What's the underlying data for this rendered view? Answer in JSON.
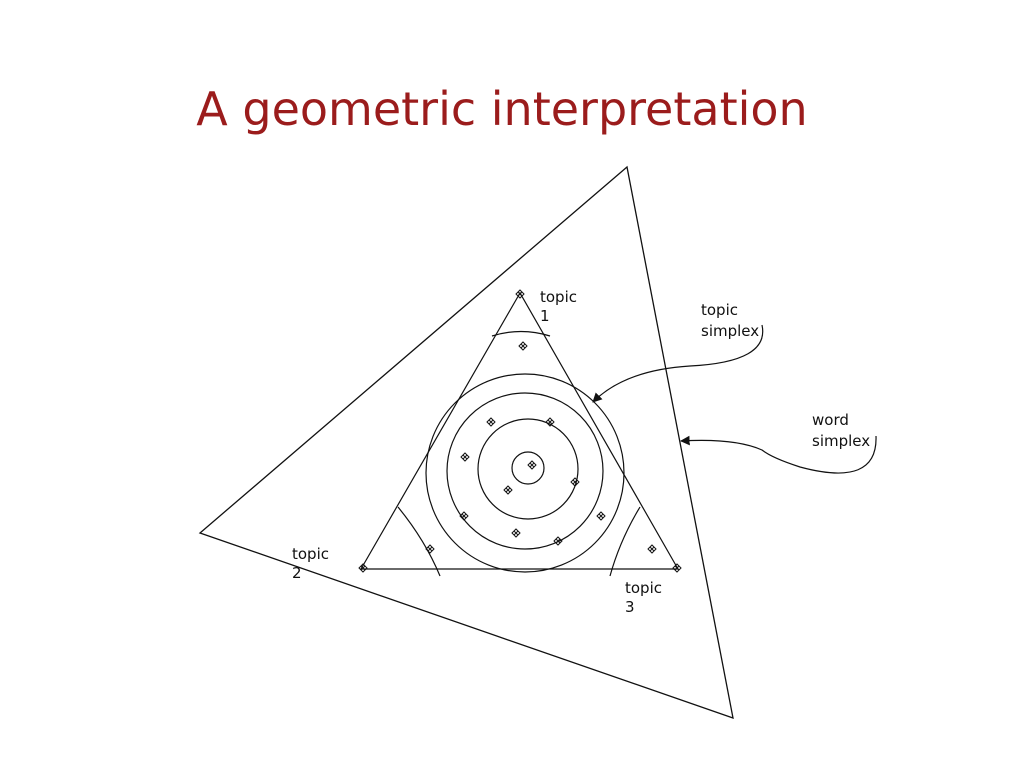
{
  "title": "A geometric interpretation",
  "labels": {
    "topic1": [
      "topic",
      "1"
    ],
    "topic2": [
      "topic",
      "2"
    ],
    "topic3": [
      "topic",
      "3"
    ],
    "topic_simplex": [
      "topic",
      "simplex"
    ],
    "word_simplex": [
      "word",
      "simplex"
    ]
  },
  "colors": {
    "title": "#9b1c1c",
    "lines": "#111111"
  }
}
